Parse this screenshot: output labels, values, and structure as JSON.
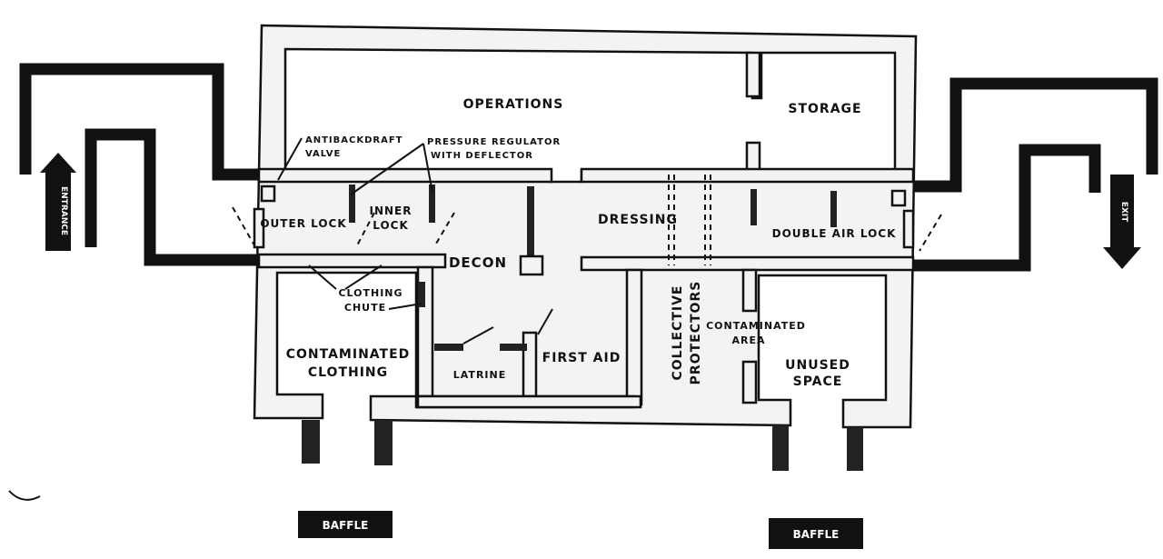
{
  "labels": {
    "operations": "OPERATIONS",
    "storage": "STORAGE",
    "antibackdraft_1": "ANTIBACKDRAFT",
    "antibackdraft_2": "VALVE",
    "pressure_1": "PRESSURE REGULATOR",
    "pressure_2": "WITH DEFLECTOR",
    "outer_lock": "OUTER LOCK",
    "inner_lock_1": "INNER",
    "inner_lock_2": "LOCK",
    "decon": "DECON",
    "dressing": "DRESSING",
    "double_air_lock": "DOUBLE AIR LOCK",
    "clothing_chute_1": "CLOTHING",
    "clothing_chute_2": "CHUTE",
    "contaminated_clothing_1": "CONTAMINATED",
    "contaminated_clothing_2": "CLOTHING",
    "latrine": "LATRINE",
    "first_aid": "FIRST AID",
    "collective_1": "COLLECTIVE",
    "collective_2": "PROTECTORS",
    "contaminated_area_1": "CONTAMINATED",
    "contaminated_area_2": "AREA",
    "unused_1": "UNUSED",
    "unused_2": "SPACE",
    "entrance": "ENTRANCE",
    "exit": "EXIT",
    "baffle_left": "BAFFLE",
    "baffle_right": "BAFFLE"
  }
}
